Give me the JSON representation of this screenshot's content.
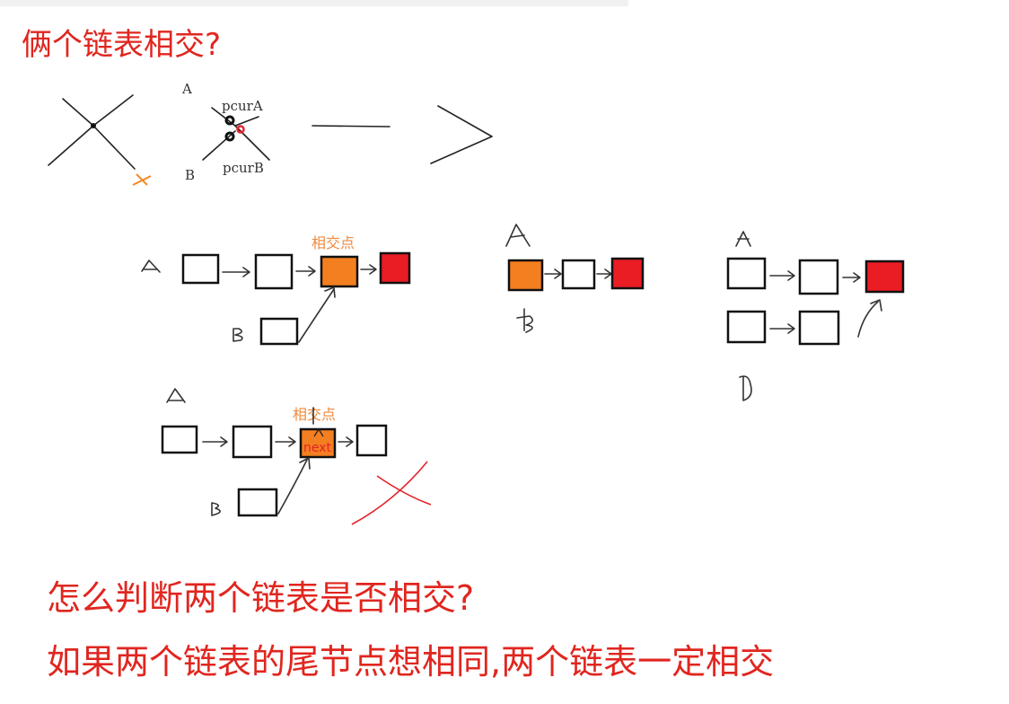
{
  "heading": "俩个链表相交?",
  "questions": {
    "judge": "怎么判断两个链表是否相交?",
    "answer": "如果两个链表的尾节点想相同,两个链表一定相交"
  },
  "sketch_labels": {
    "list_a": "A",
    "list_b": "B",
    "pointer_a": "pcurA",
    "pointer_b": "pcurB"
  },
  "intersection_label": "相交点",
  "node_text": "next",
  "colors": {
    "title_red": "#e0261f",
    "orange_node": "#f47f20",
    "red_node": "#ea1c24",
    "orange_mark": "#f08a3c"
  }
}
